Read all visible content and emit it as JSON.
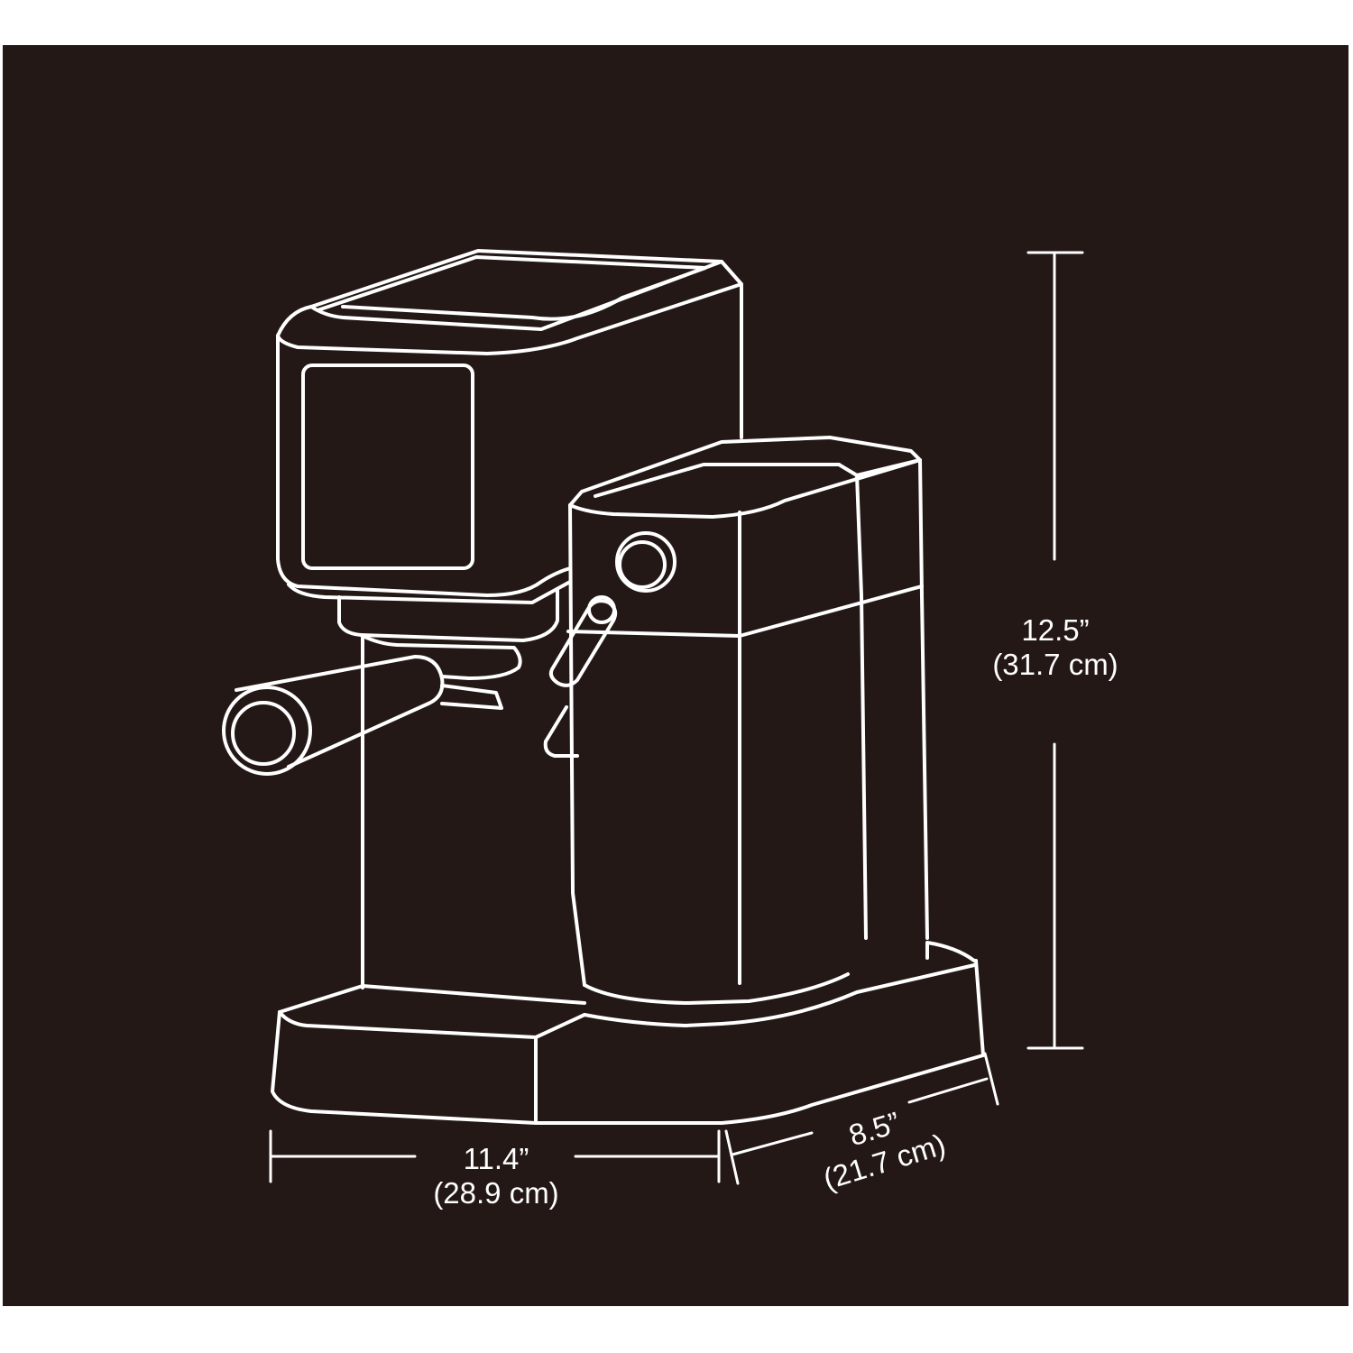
{
  "diagram": {
    "subject": "Espresso machine line drawing with dimensions",
    "colors": {
      "background": "#231816",
      "line": "#ffffff",
      "page": "#ffffff"
    },
    "dimensions": {
      "height": {
        "imperial": "12.5”",
        "metric": "(31.7 cm)"
      },
      "width": {
        "imperial": "11.4”",
        "metric": "(28.9 cm)"
      },
      "depth": {
        "imperial": "8.5”",
        "metric": "(21.7 cm)"
      }
    }
  }
}
